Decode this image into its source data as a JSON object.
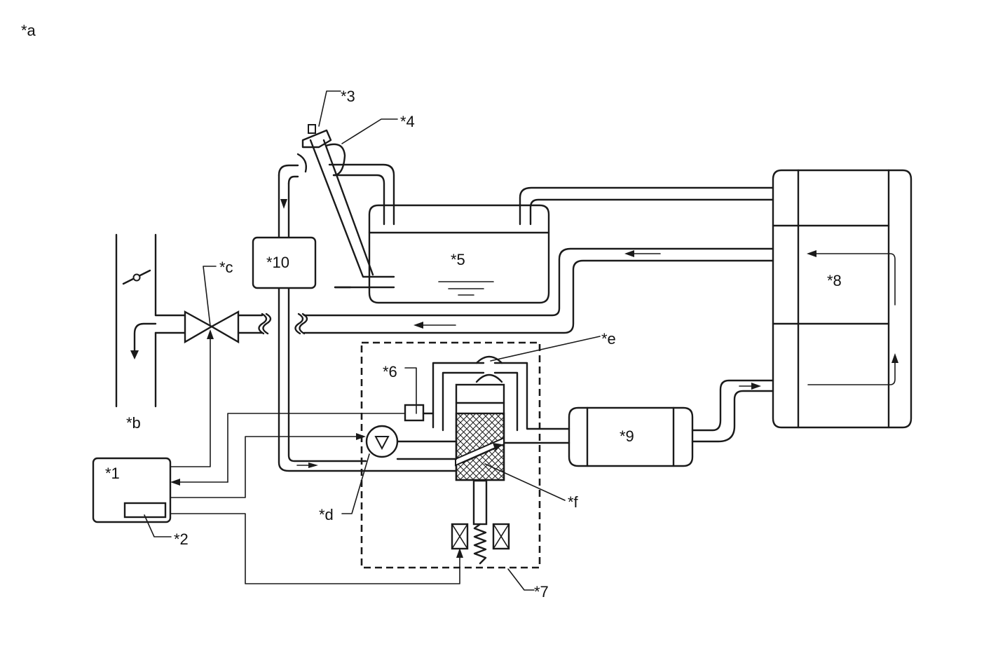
{
  "figure_label": "*a",
  "labels": {
    "c1": "*1",
    "c2": "*2",
    "c3": "*3",
    "c4": "*4",
    "c5": "*5",
    "c6": "*6",
    "c7": "*7",
    "c8": "*8",
    "c9": "*9",
    "c10": "*10",
    "cb": "*b",
    "cc": "*c",
    "cd": "*d",
    "ce": "*e",
    "cf": "*f"
  },
  "colors": {
    "line": "#1a1a1a",
    "hatch": "#1a1a1a",
    "background": "#ffffff"
  }
}
